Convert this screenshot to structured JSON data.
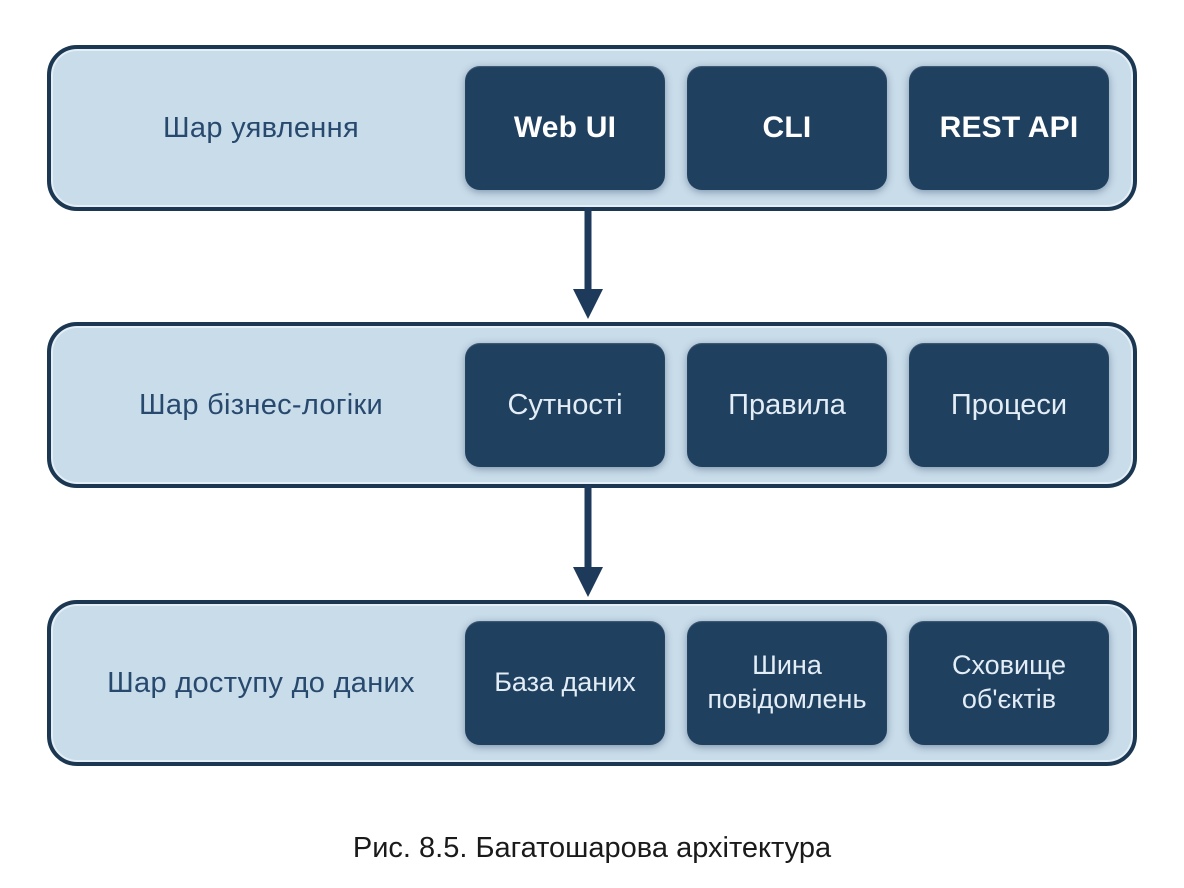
{
  "diagram": {
    "caption": "Рис. 8.5. Багатошарова архітектура",
    "layers": [
      {
        "label": "Шар уявлення",
        "boxes": [
          "Web UI",
          "CLI",
          "REST API"
        ]
      },
      {
        "label": "Шар бізнес-логіки",
        "boxes": [
          "Сутності",
          "Правила",
          "Процеси"
        ]
      },
      {
        "label": "Шар доступу до даних",
        "boxes": [
          "База даних",
          "Шина повідомлень",
          "Сховище об'єктів"
        ]
      }
    ],
    "colors": {
      "layer_fill": "#c9dcea",
      "layer_border": "#1b3752",
      "box_fill": "#20405f",
      "box_text_layer1": "#ffffff",
      "box_text": "#e3edf6",
      "label_text": "#28496e",
      "arrow": "#1e3a5a",
      "caption_text": "#1a1a1a"
    }
  }
}
